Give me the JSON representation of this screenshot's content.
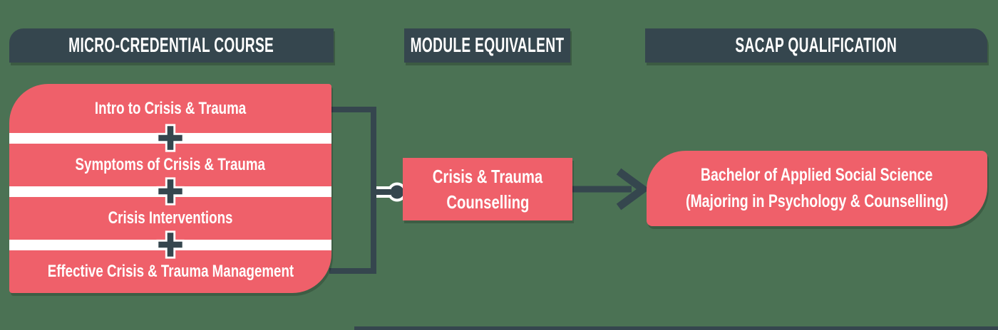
{
  "colors": {
    "background_green": "#4B7254",
    "dark_slate": "#35464E",
    "pink": "#EF606A",
    "text_white": "#FFFFFF"
  },
  "columns": {
    "course": {
      "header": "MICRO-CREDENTIAL COURSE"
    },
    "module": {
      "header": "MODULE EQUIVALENT"
    },
    "qualification": {
      "header": "SACAP QUALIFICATION"
    }
  },
  "courses": {
    "items": [
      {
        "label": "Intro to Crisis & Trauma"
      },
      {
        "label": "Symptoms of Crisis & Trauma"
      },
      {
        "label": "Crisis Interventions"
      },
      {
        "label": "Effective Crisis & Trauma Management"
      }
    ],
    "separator_icon": "plus-icon"
  },
  "module": {
    "label": "Crisis & Trauma Counselling",
    "lines": [
      "Crisis & Trauma",
      "Counselling"
    ]
  },
  "qualification": {
    "label": "Bachelor of Applied Social Science (Majoring in Psychology & Counselling)",
    "lines": [
      "Bachelor of Applied Social Science",
      "(Majoring in Psychology & Counselling)"
    ]
  },
  "connectors": {
    "bracket": "groups four micro-credential courses",
    "key_terminal_icon": "circle-key-terminal",
    "arrow_icon": "right-arrow"
  }
}
